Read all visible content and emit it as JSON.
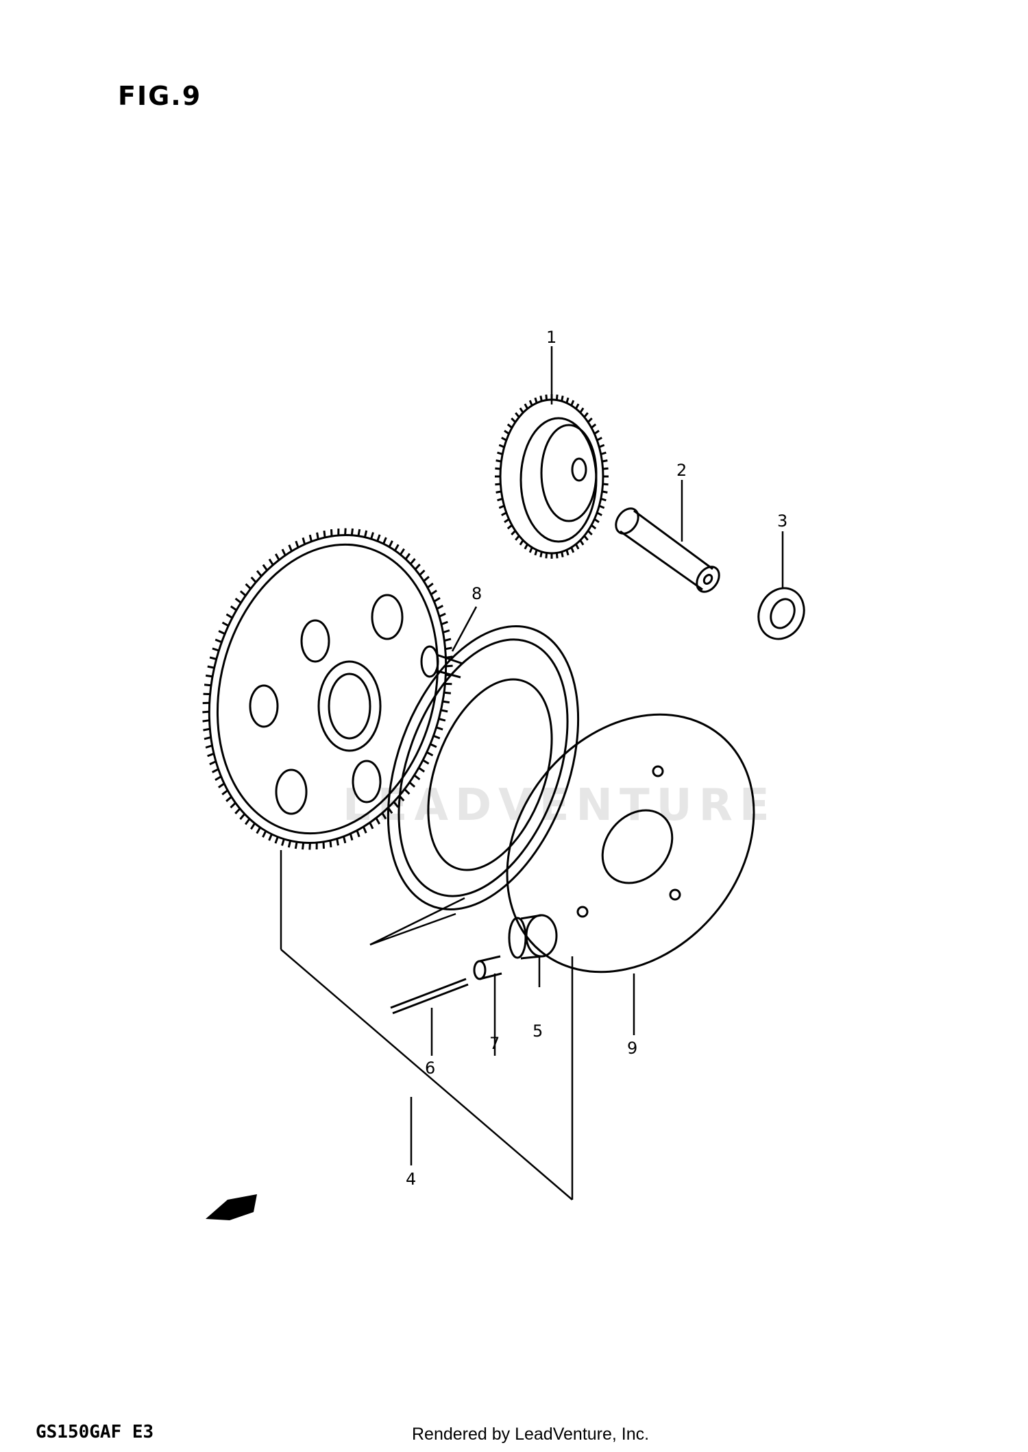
{
  "figure_title": "FIG.9",
  "model_code": "GS150GAF E3",
  "credit": "Rendered by LeadVenture, Inc.",
  "watermark": "LEADVENTURE",
  "fwd_label": "FWD",
  "callouts": {
    "c1": "1",
    "c2": "2",
    "c3": "3",
    "c4": "4",
    "c5": "5",
    "c6": "6",
    "c7": "7",
    "c8": "8",
    "c9": "9"
  },
  "parts": [
    {
      "ref": "1",
      "description": "idler gear"
    },
    {
      "ref": "2",
      "description": "shaft"
    },
    {
      "ref": "3",
      "description": "washer"
    },
    {
      "ref": "4",
      "description": "starter clutch assembly"
    },
    {
      "ref": "5",
      "description": "roller"
    },
    {
      "ref": "6",
      "description": "spring"
    },
    {
      "ref": "7",
      "description": "pin"
    },
    {
      "ref": "8",
      "description": "bolt"
    },
    {
      "ref": "9",
      "description": "plate"
    }
  ]
}
